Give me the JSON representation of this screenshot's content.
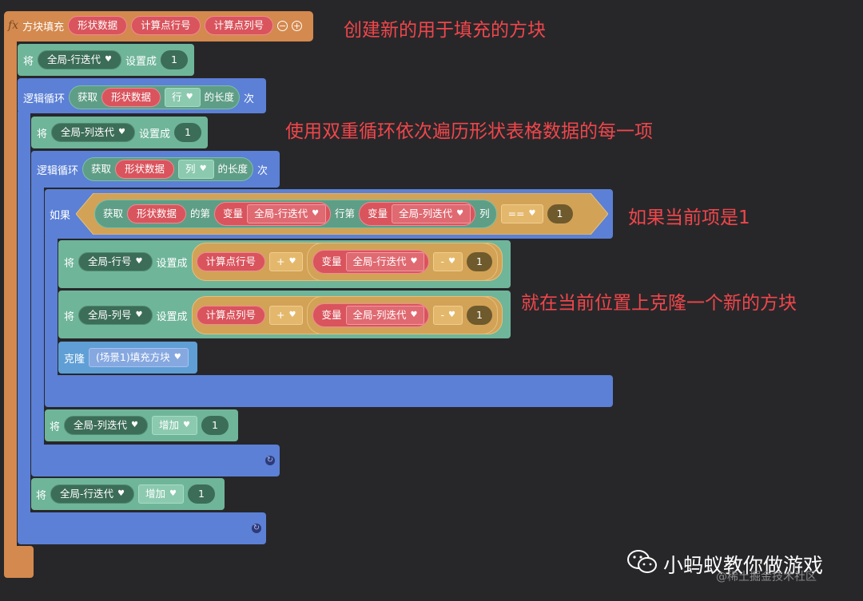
{
  "func": {
    "fx_icon": "fx",
    "name": "方块填充",
    "params": [
      "形状数据",
      "计算点行号",
      "计算点列号"
    ],
    "minus": "−",
    "plus": "+"
  },
  "set_row_iter": {
    "kw": "将",
    "var": "全局-行迭代",
    "set": "设置成",
    "val": "1"
  },
  "outer_loop": {
    "kw": "逻辑循环",
    "get": "获取",
    "data": "形状数据",
    "dim": "行",
    "len": "的长度",
    "times": "次"
  },
  "set_col_iter": {
    "kw": "将",
    "var": "全局-列迭代",
    "set": "设置成",
    "val": "1"
  },
  "inner_loop": {
    "kw": "逻辑循环",
    "get": "获取",
    "data": "形状数据",
    "dim": "列",
    "len": "的长度",
    "times": "次"
  },
  "if_block": {
    "kw": "如果",
    "get": "获取",
    "data": "形状数据",
    "nth": "的第",
    "var_kw1": "变量",
    "var1": "全局-行迭代",
    "row_nth": "行第",
    "var_kw2": "变量",
    "var2": "全局-列迭代",
    "col": "列",
    "op": "==",
    "val": "1"
  },
  "set_row_no": {
    "kw": "将",
    "var": "全局-行迭代",
    "set": "设置成",
    "left": "计算点行号",
    "op": "+",
    "var_kw": "变量",
    "op2": "-",
    "val": "1"
  },
  "set_row_no_target": "全局-行号",
  "set_col_no": {
    "kw": "将",
    "set": "设置成",
    "left": "计算点列号",
    "op": "+",
    "var_kw": "变量",
    "var": "全局-列迭代",
    "op2": "-",
    "val": "1"
  },
  "set_col_no_target": "全局-列号",
  "clone": {
    "kw": "克隆",
    "target": "(场景1)填充方块"
  },
  "inc_col": {
    "kw": "将",
    "var": "全局-列迭代",
    "op": "增加",
    "val": "1"
  },
  "inc_row": {
    "kw": "将",
    "var": "全局-行迭代",
    "op": "增加",
    "val": "1"
  },
  "loop_icon": "↻",
  "notes": {
    "n1": "创建新的用于填充的方块",
    "n2": "使用双重循环依次遍历形状表格数据的每一项",
    "n3": "如果当前项是1",
    "n4": "就在当前位置上克隆一个新的方块"
  },
  "watermark": {
    "brand": "小蚂蚁教你做游戏",
    "sub": "@稀土掘金技术社区"
  },
  "colors": {
    "bg": "#27272a",
    "note": "#f0464a",
    "func": "#d4894e",
    "var": "#6fb59a",
    "loop": "#5b80d6",
    "logic": "#d2a257"
  }
}
